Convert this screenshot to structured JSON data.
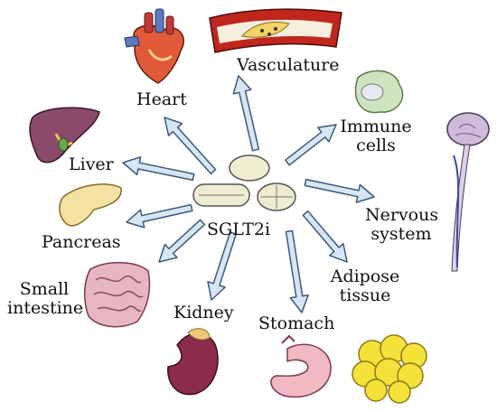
{
  "center": {
    "label": "SGLT2i"
  },
  "organs": [
    {
      "id": "heart",
      "label": "Heart"
    },
    {
      "id": "vasculature",
      "label": "Vasculature"
    },
    {
      "id": "immune",
      "label_lines": [
        "Immune",
        "cells"
      ]
    },
    {
      "id": "liver",
      "label": "Liver"
    },
    {
      "id": "pancreas",
      "label": "Pancreas"
    },
    {
      "id": "nervous",
      "label_lines": [
        "Nervous",
        "system"
      ]
    },
    {
      "id": "small-intestine",
      "label_lines": [
        "Small",
        "intestine"
      ]
    },
    {
      "id": "kidney",
      "label": "Kidney"
    },
    {
      "id": "stomach",
      "label": "Stomach"
    },
    {
      "id": "adipose",
      "label_lines": [
        "Adipose",
        "tissue"
      ]
    }
  ],
  "colors": {
    "arrow_fill": "#d6e6f4",
    "arrow_stroke": "#3c5a78",
    "pill": "#eeedd2",
    "heart": "#e05a3a",
    "liver": "#8a4a6a",
    "pancreas": "#f5e2a0",
    "intestine": "#e7b6c3",
    "kidney": "#8a2c4a",
    "stomach": "#f0b9c4",
    "fat": "#f4e23a",
    "immune": "#cfe3c0"
  }
}
